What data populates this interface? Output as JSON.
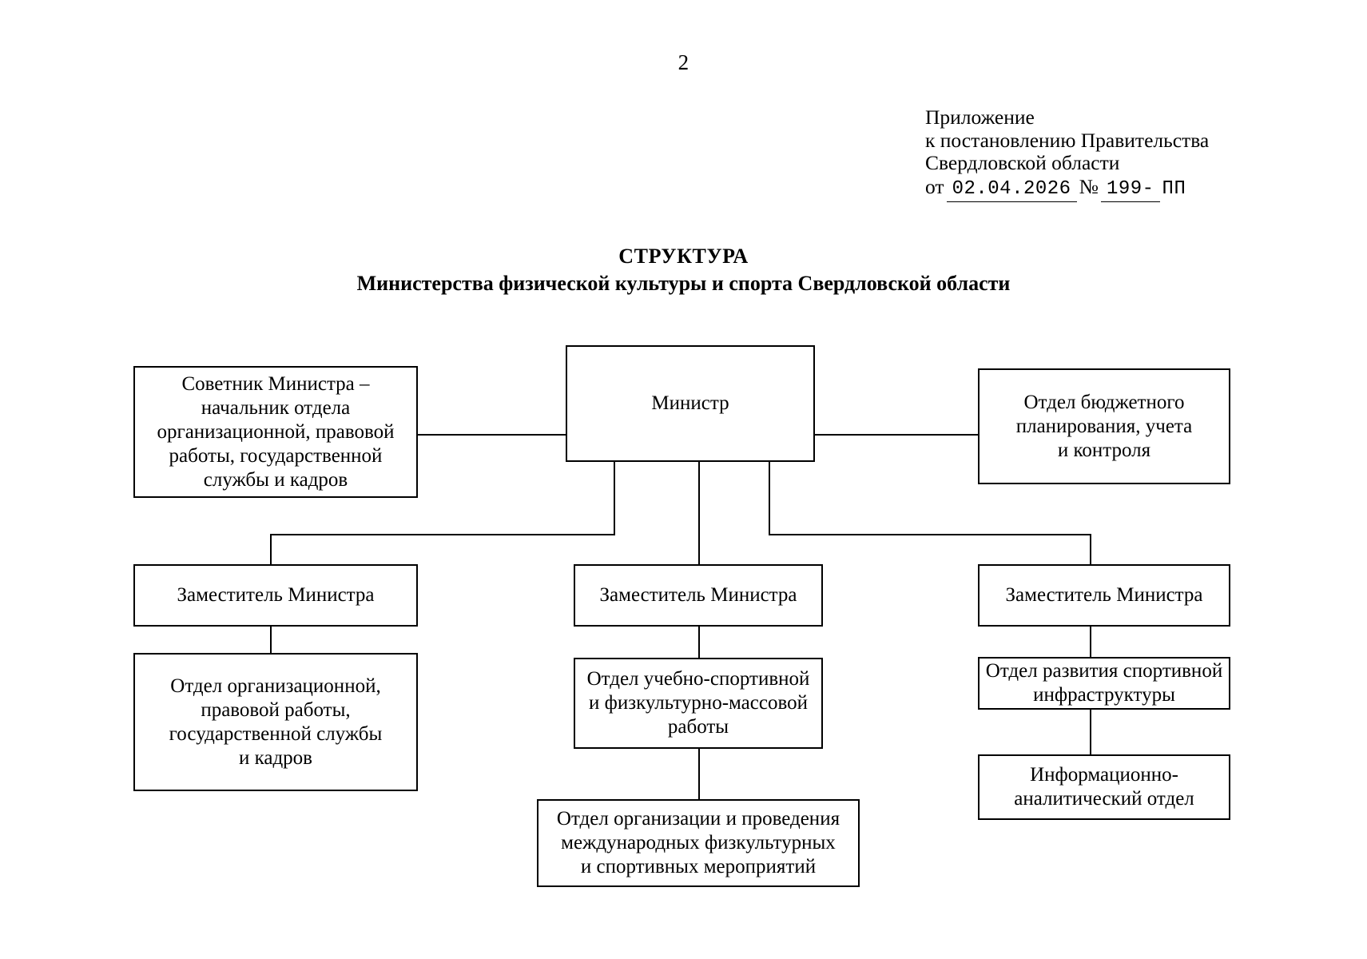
{
  "page": {
    "number": "2"
  },
  "appendix": {
    "line1": "Приложение",
    "line2": "к постановлению Правительства",
    "line3": "Свердловской области",
    "date_prefix": "от",
    "date_value": "02.04.2026",
    "number_symbol": "№",
    "number_value": "199-",
    "number_suffix": "ПП"
  },
  "title": {
    "main": "СТРУКТУРА",
    "sub": "Министерства физической культуры и спорта Свердловской области"
  },
  "chart_data": {
    "type": "diagram",
    "title": "Структура Министерства физической культуры и спорта Свердловской области",
    "nodes": [
      {
        "id": "advisor",
        "label": "Советник Министра –\nначальник отдела\nорганизационной, правовой\nработы, государственной\nслужбы и кадров",
        "level": 1,
        "column": "left"
      },
      {
        "id": "minister",
        "label": "Министр",
        "level": 1,
        "column": "center"
      },
      {
        "id": "budget-dept",
        "label": "Отдел бюджетного\nпланирования, учета\nи контроля",
        "level": 1,
        "column": "right"
      },
      {
        "id": "deputy-left",
        "label": "Заместитель Министра",
        "level": 2,
        "column": "left"
      },
      {
        "id": "deputy-center",
        "label": "Заместитель Министра",
        "level": 2,
        "column": "center"
      },
      {
        "id": "deputy-right",
        "label": "Заместитель Министра",
        "level": 2,
        "column": "right"
      },
      {
        "id": "org-legal-dept",
        "label": "Отдел организационной,\nправовой работы,\nгосударственной службы\nи кадров",
        "level": 3,
        "column": "left"
      },
      {
        "id": "sport-edu-dept",
        "label": "Отдел учебно-спортивной\nи физкультурно-массовой\nработы",
        "level": 3,
        "column": "center"
      },
      {
        "id": "infrastructure-dept",
        "label": "Отдел развития спортивной\nинфраструктуры",
        "level": 3,
        "column": "right"
      },
      {
        "id": "events-dept",
        "label": "Отдел организации и проведения\nмеждународных физкультурных\nи спортивных мероприятий",
        "level": 4,
        "column": "center"
      },
      {
        "id": "info-analytic-dept",
        "label": "Информационно-\nаналитический отдел",
        "level": 4,
        "column": "right"
      }
    ],
    "edges": [
      {
        "from": "minister",
        "to": "advisor"
      },
      {
        "from": "minister",
        "to": "budget-dept"
      },
      {
        "from": "minister",
        "to": "deputy-left"
      },
      {
        "from": "minister",
        "to": "deputy-center"
      },
      {
        "from": "minister",
        "to": "deputy-right"
      },
      {
        "from": "deputy-left",
        "to": "org-legal-dept"
      },
      {
        "from": "deputy-center",
        "to": "sport-edu-dept"
      },
      {
        "from": "deputy-right",
        "to": "infrastructure-dept"
      },
      {
        "from": "sport-edu-dept",
        "to": "events-dept"
      },
      {
        "from": "infrastructure-dept",
        "to": "info-analytic-dept"
      }
    ]
  },
  "boxes": {
    "advisor": {
      "l1": "Советник Министра –",
      "l2": "начальник отдела",
      "l3": "организационной, правовой",
      "l4": "работы, государственной",
      "l5": "службы и кадров"
    },
    "minister": {
      "l1": "Министр"
    },
    "budget": {
      "l1": "Отдел бюджетного",
      "l2": "планирования, учета",
      "l3": "и контроля"
    },
    "deputy_left": {
      "l1": "Заместитель Министра"
    },
    "deputy_center": {
      "l1": "Заместитель Министра"
    },
    "deputy_right": {
      "l1": "Заместитель Министра"
    },
    "org_legal": {
      "l1": "Отдел организационной,",
      "l2": "правовой работы,",
      "l3": "государственной службы",
      "l4": "и кадров"
    },
    "sport_edu": {
      "l1": "Отдел учебно-спортивной",
      "l2": "и физкультурно-массовой",
      "l3": "работы"
    },
    "events": {
      "l1": "Отдел организации и проведения",
      "l2": "международных физкультурных",
      "l3": "и спортивных мероприятий"
    },
    "infrastructure": {
      "l1": "Отдел развития спортивной",
      "l2": "инфраструктуры"
    },
    "info_analytic": {
      "l1": "Информационно-",
      "l2": "аналитический отдел"
    }
  }
}
